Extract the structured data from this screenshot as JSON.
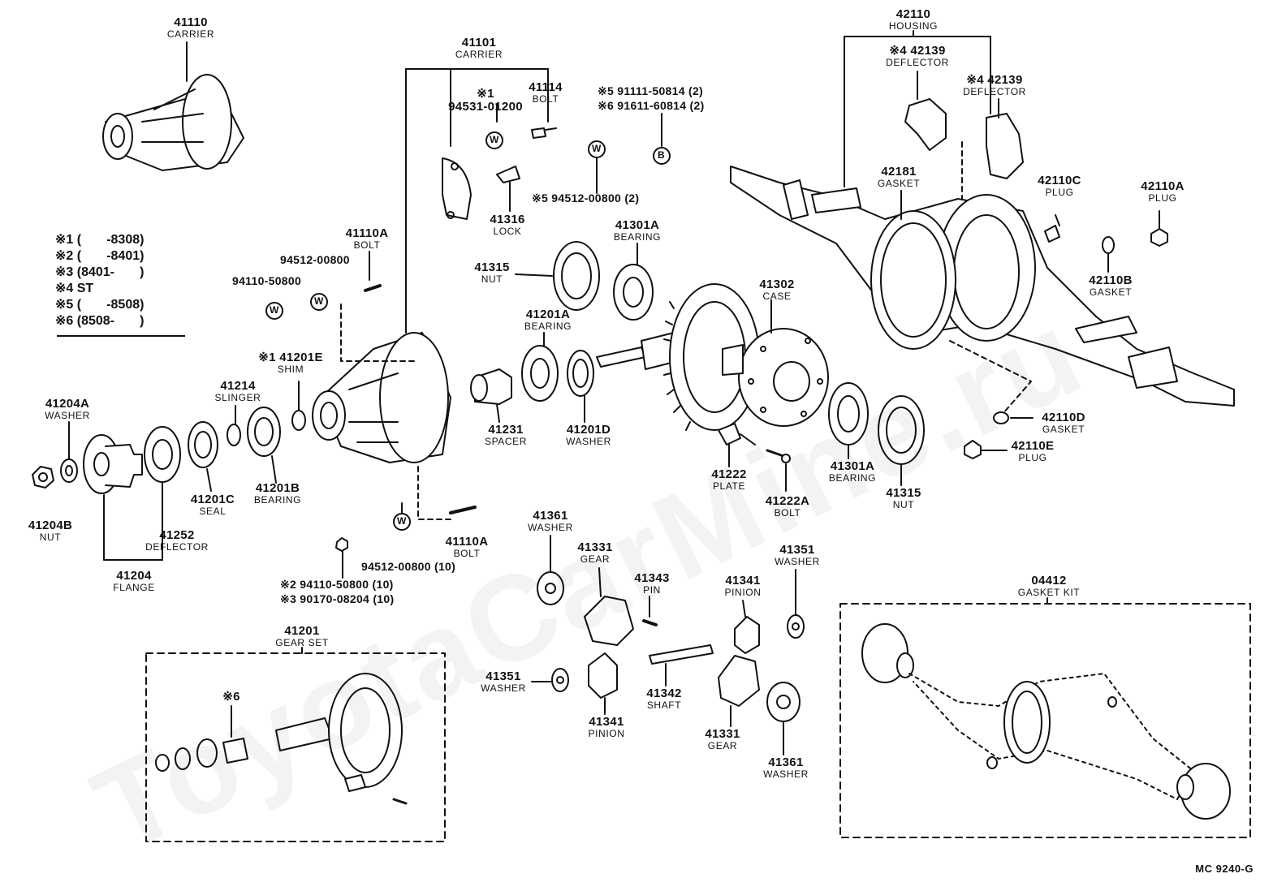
{
  "watermark": "ToyotaCarMine.ru",
  "reference": "MC  9240-G",
  "legend": [
    "※1 (       -8308)",
    "※2 (       -8401)",
    "※3 (8401-       )",
    "※4 ST",
    "※5 (       -8508)",
    "※6 (8508-       )"
  ],
  "labels": {
    "carrier_41110": {
      "pn": "41110",
      "name": "CARRIER"
    },
    "carrier_41101": {
      "pn": "41101",
      "name": "CARRIER"
    },
    "bolt_41114": {
      "pn": "41114",
      "name": "BOLT"
    },
    "note1_94531": {
      "pn": "※1\n94531-01200",
      "name": ""
    },
    "lock_41316": {
      "pn": "41316",
      "name": "LOCK"
    },
    "bolt_41110A_top": {
      "pn": "41110A",
      "name": "BOLT"
    },
    "washer_41204A": {
      "pn": "41204A",
      "name": "WASHER"
    },
    "nut_41204B": {
      "pn": "41204B",
      "name": "NUT"
    },
    "slinger_41214": {
      "pn": "41214",
      "name": "SLINGER"
    },
    "shim_41201E": {
      "pn": "※1 41201E",
      "name": "SHIM"
    },
    "seal_41201C": {
      "pn": "41201C",
      "name": "SEAL"
    },
    "bearing_41201B": {
      "pn": "41201B",
      "name": "BEARING"
    },
    "deflector_41252": {
      "pn": "41252",
      "name": "DEFLECTOR"
    },
    "flange_41204": {
      "pn": "41204",
      "name": "FLANGE"
    },
    "nut_41315_top": {
      "pn": "41315",
      "name": "NUT"
    },
    "bearing_41301A_top": {
      "pn": "41301A",
      "name": "BEARING"
    },
    "bearing_41201A": {
      "pn": "41201A",
      "name": "BEARING"
    },
    "spacer_41231": {
      "pn": "41231",
      "name": "SPACER"
    },
    "washer_41201D": {
      "pn": "41201D",
      "name": "WASHER"
    },
    "case_41302": {
      "pn": "41302",
      "name": "CASE"
    },
    "plate_41222": {
      "pn": "41222",
      "name": "PLATE"
    },
    "bolt_41222A": {
      "pn": "41222A",
      "name": "BOLT"
    },
    "bearing_41301A_bot": {
      "pn": "41301A",
      "name": "BEARING"
    },
    "nut_41315_bot": {
      "pn": "41315",
      "name": "NUT"
    },
    "bolt_41110A_bot": {
      "pn": "41110A",
      "name": "BOLT"
    },
    "housing_42110": {
      "pn": "42110",
      "name": "HOUSING"
    },
    "deflector_42139_a": {
      "pn": "※4 42139",
      "name": "DEFLECTOR"
    },
    "deflector_42139_b": {
      "pn": "※4 42139",
      "name": "DEFLECTOR"
    },
    "gasket_42181": {
      "pn": "42181",
      "name": "GASKET"
    },
    "plug_42110C": {
      "pn": "42110C",
      "name": "PLUG"
    },
    "plug_42110A": {
      "pn": "42110A",
      "name": "PLUG"
    },
    "gasket_42110B": {
      "pn": "42110B",
      "name": "GASKET"
    },
    "gasket_42110D": {
      "pn": "42110D",
      "name": "GASKET"
    },
    "plug_42110E": {
      "pn": "42110E",
      "name": "PLUG"
    },
    "washer_41361_top": {
      "pn": "41361",
      "name": "WASHER"
    },
    "gear_41331_top": {
      "pn": "41331",
      "name": "GEAR"
    },
    "pin_41343": {
      "pn": "41343",
      "name": "PIN"
    },
    "pinion_41341_right": {
      "pn": "41341",
      "name": "PINION"
    },
    "washer_41351_right": {
      "pn": "41351",
      "name": "WASHER"
    },
    "washer_41351_left": {
      "pn": "41351",
      "name": "WASHER"
    },
    "shaft_41342": {
      "pn": "41342",
      "name": "SHAFT"
    },
    "pinion_41341_bot": {
      "pn": "41341",
      "name": "PINION"
    },
    "gear_41331_bot": {
      "pn": "41331",
      "name": "GEAR"
    },
    "washer_41361_bot": {
      "pn": "41361",
      "name": "WASHER"
    },
    "gearset_41201": {
      "pn": "41201",
      "name": "GEAR SET"
    },
    "gasketkit_04412": {
      "pn": "04412",
      "name": "GASKET KIT"
    },
    "note6": {
      "pn": "※6",
      "name": ""
    }
  },
  "texts": {
    "t_91111": "※5 91111-50814 (2)",
    "t_91611": "※6 91611-60814 (2)",
    "t_94512_2": "※5 94512-00800 (2)",
    "t_94512_a": "94512-00800",
    "t_94110_a": "94110-50800",
    "t_94512_10": "94512-00800 (10)",
    "t_94110_10": "※2 94110-50800 (10)",
    "t_90170": "※3 90170-08204 (10)"
  },
  "symbols": {
    "w1": "W",
    "w2": "W",
    "w3": "W",
    "w4": "W",
    "w5": "W",
    "b1": "B"
  }
}
